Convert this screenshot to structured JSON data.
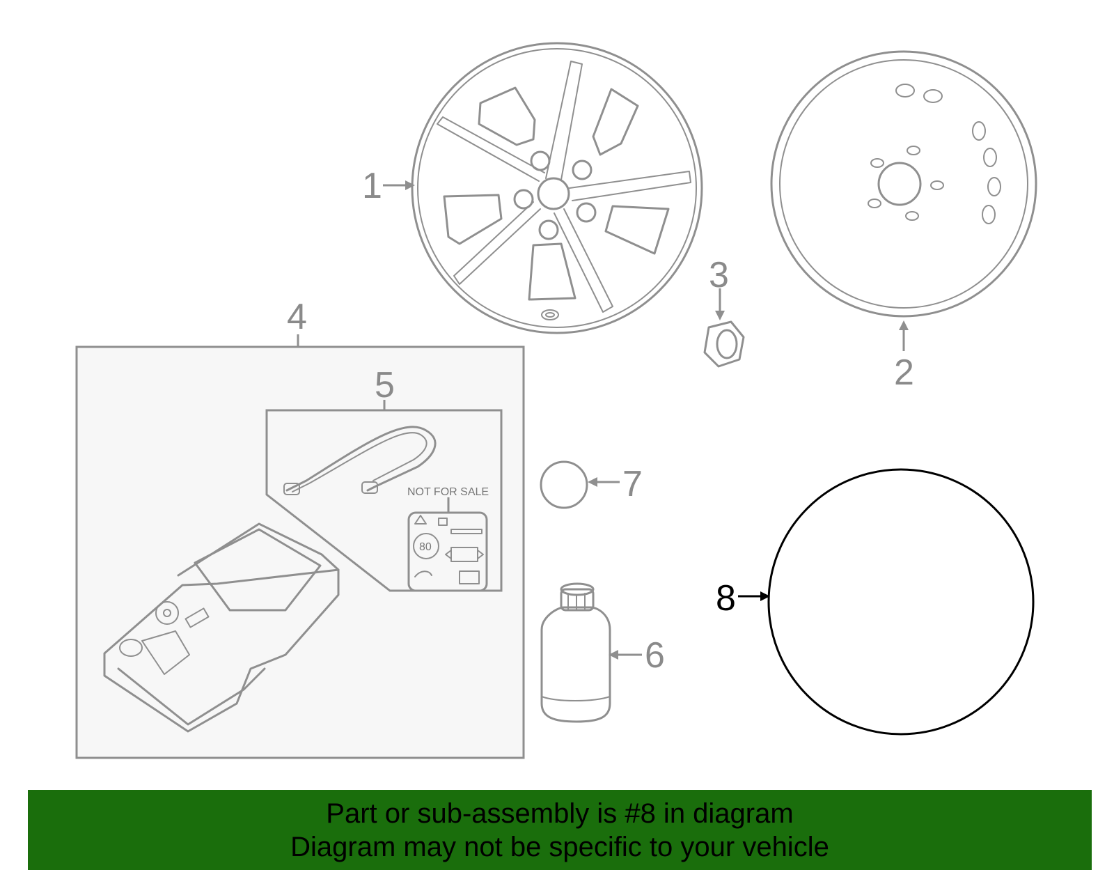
{
  "callouts": {
    "c1": "1",
    "c2": "2",
    "c3": "3",
    "c4": "4",
    "c5": "5",
    "c6": "6",
    "c7": "7",
    "c8": "8"
  },
  "kit_label": "NOT FOR SALE",
  "gauge_reading": "80",
  "highlighted_part": "8",
  "banner": {
    "line1": "Part or sub-assembly is #8 in diagram",
    "line2": "Diagram may not be specific to your vehicle"
  },
  "colors": {
    "part_stroke": "#8f8f8f",
    "highlight_stroke": "#000000",
    "banner_bg": "#1a6e0c"
  }
}
